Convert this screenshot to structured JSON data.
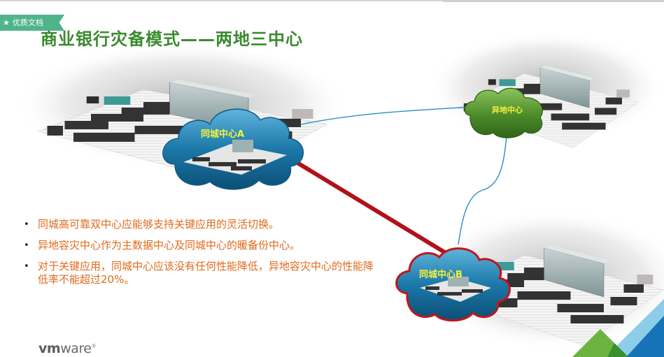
{
  "badge": {
    "icon": "star-icon",
    "label": "优质文档"
  },
  "title": "商业银行灾备模式——两地三中心",
  "diagram": {
    "nodes": [
      {
        "id": "a",
        "label": "同城中心A",
        "color": "#1e7fb0"
      },
      {
        "id": "remote",
        "label": "异地中心",
        "color": "#4e8f2a"
      },
      {
        "id": "b",
        "label": "同城中心B",
        "color": "#1e7fb0",
        "border": "#c0161c"
      }
    ],
    "links": [
      {
        "from": "a",
        "to": "b",
        "style": "thick",
        "color": "#c0161c"
      },
      {
        "from": "a",
        "to": "remote",
        "style": "thin",
        "color": "#2a8fc0"
      },
      {
        "from": "remote",
        "to": "b",
        "style": "thin",
        "color": "#2a8fc0"
      }
    ]
  },
  "bullets": [
    "同城高可靠双中心应能够支持关键应用的灵活切换。",
    "异地容灾中心作为主数据中心及同城中心的暖备份中心。",
    "对于关键应用，同城中心应该没有任何性能降低，异地容灾中心的性能降低率不能超过20%。"
  ],
  "footer": {
    "logo_bold": "vm",
    "logo_light": "ware",
    "logo_mark": "®"
  }
}
